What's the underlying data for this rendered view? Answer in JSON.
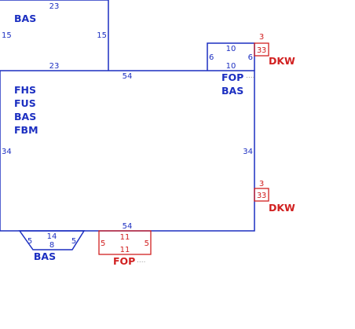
{
  "colors": {
    "structure": "#1c2fc1",
    "attachment": "#d12020",
    "background": "#ffffff"
  },
  "areas": [
    {
      "id": "upper-left-bas",
      "labels": [
        "BAS"
      ],
      "dims": {
        "top": "23",
        "bottom": "23",
        "left": "15",
        "right": "15"
      }
    },
    {
      "id": "main",
      "labels": [
        "FHS",
        "FUS",
        "BAS",
        "FBM"
      ],
      "dims": {
        "top": "54",
        "bottom": "54",
        "left": "34",
        "right": "34"
      }
    },
    {
      "id": "upper-right-fop",
      "labels": [
        "FOP",
        "BAS"
      ],
      "dims": {
        "top": "10",
        "bottom": "10",
        "left": "6",
        "right": "6"
      }
    },
    {
      "id": "bay-bas",
      "labels": [
        "BAS"
      ],
      "dims": {
        "top": "14",
        "bottom": "8",
        "left": "5",
        "right": "5"
      }
    },
    {
      "id": "lower-fop",
      "labels": [
        "FOP"
      ],
      "dims": {
        "top": "11",
        "bottom": "11",
        "left": "5",
        "right": "5"
      }
    }
  ],
  "attachments": [
    {
      "id": "dkw-top",
      "label": "DKW",
      "dims": {
        "top": "3",
        "left": "3",
        "right": "3"
      }
    },
    {
      "id": "dkw-mid",
      "label": "DKW",
      "dims": {
        "top": "3",
        "left": "3",
        "right": "3"
      }
    }
  ],
  "leaders": {
    "fop_upper": "....",
    "fop_lower": "...."
  }
}
